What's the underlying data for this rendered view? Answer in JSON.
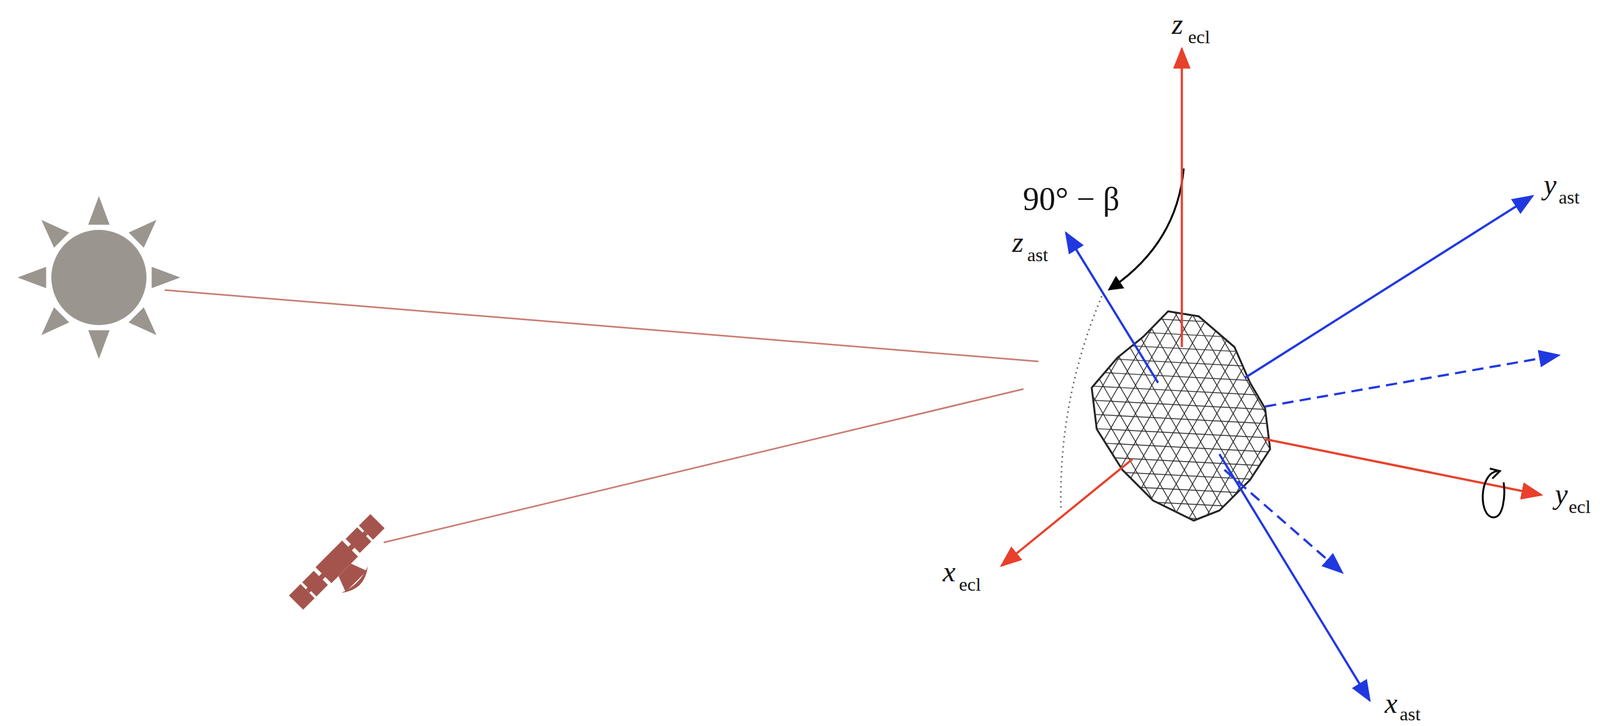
{
  "diagram": {
    "labels": [
      "z",
      "ecl",
      "90° − β",
      "z",
      "ast",
      "y",
      "ast",
      "x",
      "ecl",
      "y",
      "ecl",
      "x",
      "ast"
    ]
  }
}
